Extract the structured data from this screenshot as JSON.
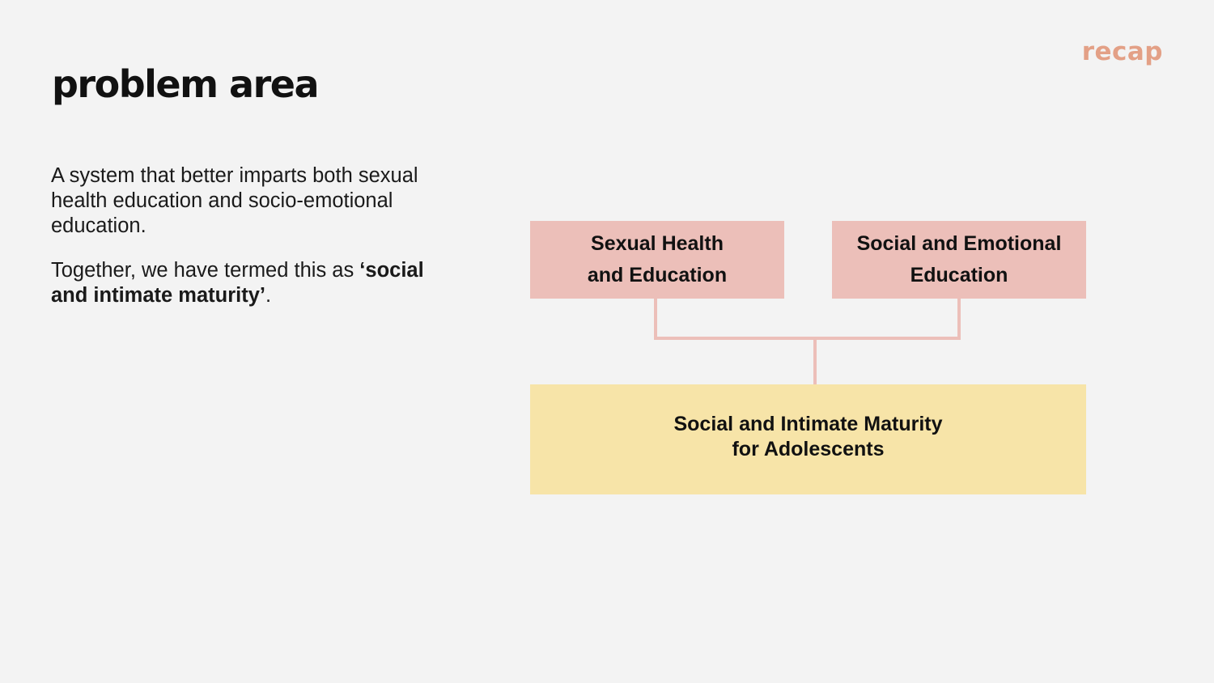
{
  "slide": {
    "title": "problem area",
    "tag": "recap",
    "paragraph1": "A system that better imparts both sexual health education and socio-emotional education.",
    "paragraph2_prefix": "Together, we have termed this as ",
    "paragraph2_emphasis": "‘social and intimate maturity’",
    "paragraph2_suffix": "."
  },
  "diagram": {
    "box_a": {
      "line1": "Sexual Health",
      "line2": "and Education"
    },
    "box_b": {
      "line1": "Social and Emotional",
      "line2": "Education"
    },
    "result": {
      "line1": "Social and Intimate Maturity",
      "line2": "for Adolescents"
    }
  },
  "colors": {
    "background": "#f3f3f3",
    "accent": "#e3a086",
    "input_box": "#ecbfb9",
    "connector": "#ecbfb9",
    "result_box": "#f7e4a8"
  }
}
